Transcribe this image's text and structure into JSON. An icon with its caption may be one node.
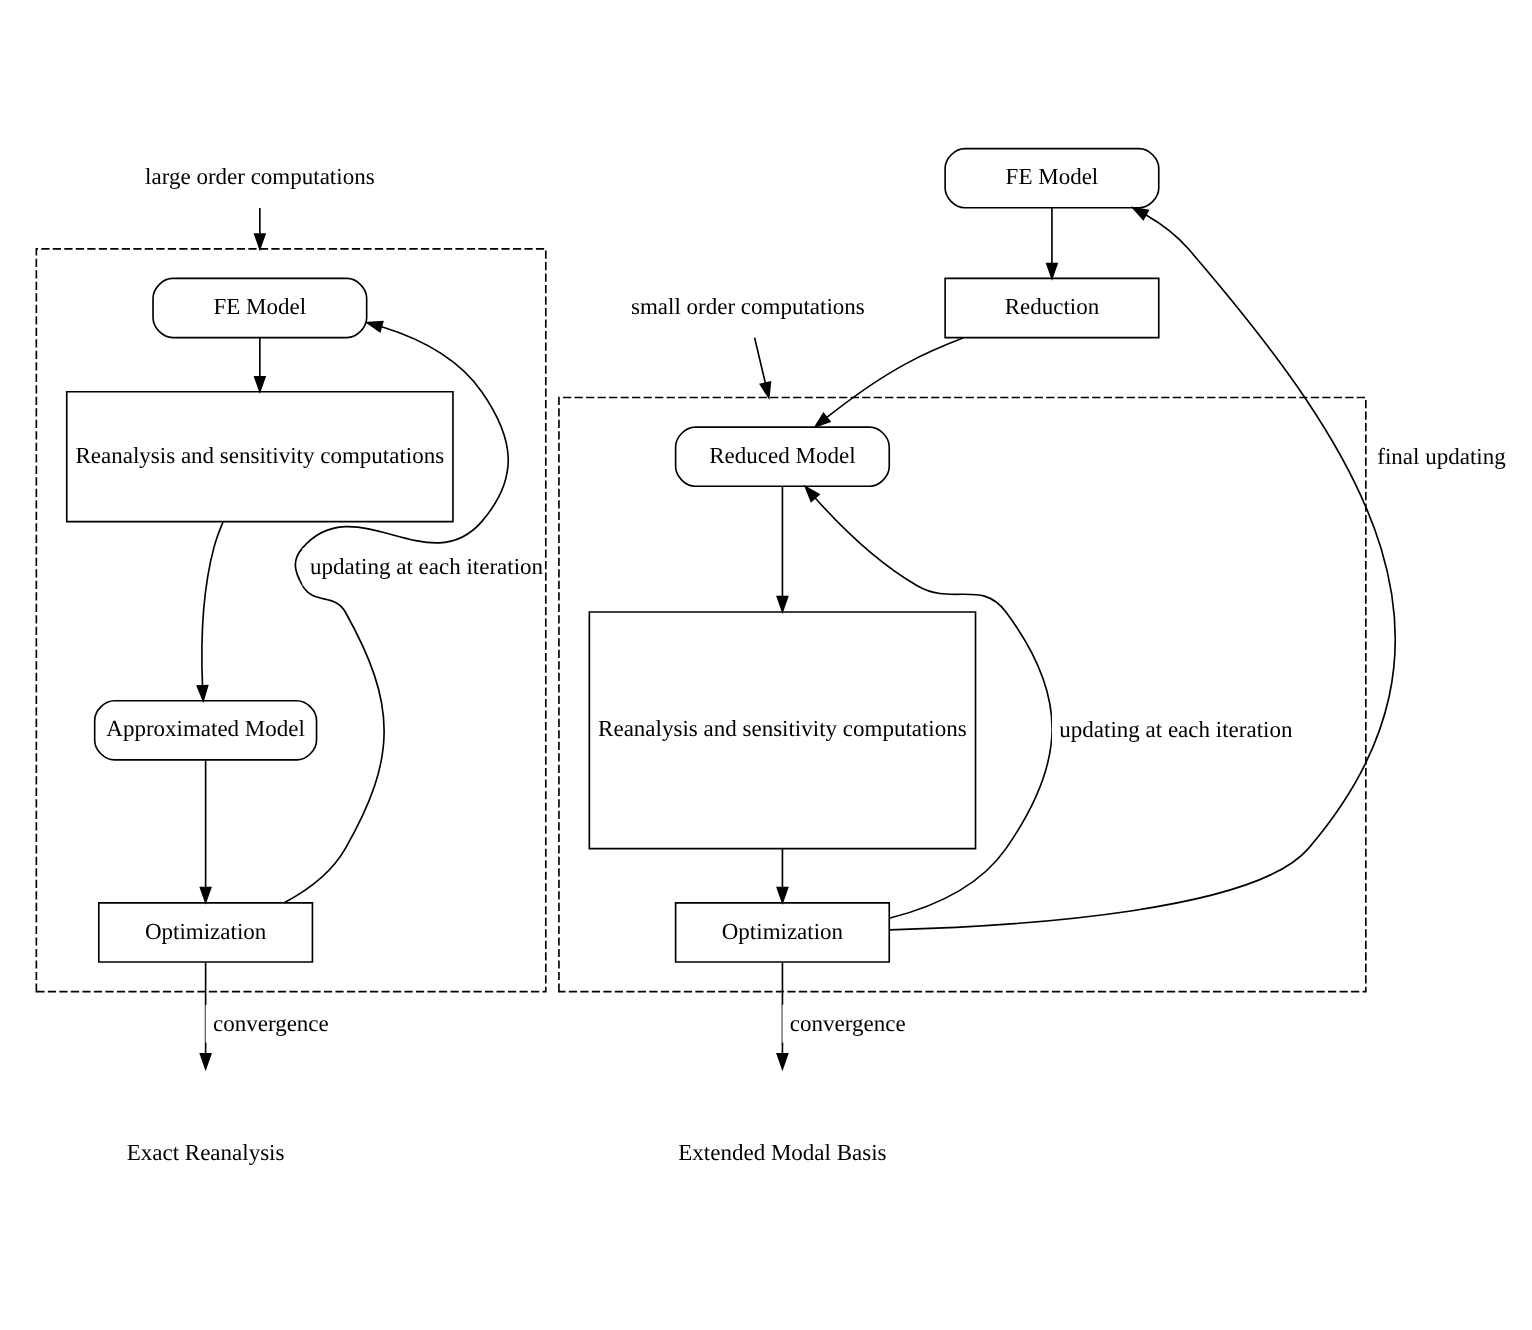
{
  "diagram": {
    "nodes": [
      {
        "text": [
          "large order computations"
        ]
      },
      {
        "text": [],
        "shape": "box"
      },
      {
        "text": [
          "FE Model"
        ],
        "in": 1
      },
      {
        "text": [
          "Reanalysis and sensitivity computations"
        ],
        "in": 1
      },
      {
        "text": [
          "Approximated Model"
        ],
        "in": 1
      },
      {
        "text": [
          "Optimization"
        ],
        "in": 1
      },
      {
        "text": [
          "small order computations"
        ]
      },
      {
        "text": [
          "FE Model"
        ]
      },
      {
        "text": [
          "Reduction"
        ]
      },
      {
        "text": [],
        "shape": "box"
      },
      {
        "text": [
          "Reduced Model"
        ],
        "in": 9
      },
      {
        "text": [
          "Reanalysis and sensitivity computations"
        ],
        "in": 9
      },
      {
        "text": [
          "Optimization"
        ],
        "in": 9
      }
    ],
    "edges": [
      {
        "from": 0,
        "to": 1,
        "arrow": "to"
      },
      {
        "from": 2,
        "to": 3,
        "arrow": "to"
      },
      {
        "from": 3,
        "to": 4,
        "arrow": "to"
      },
      {
        "from": 4,
        "to": 5,
        "arrow": "to"
      },
      {
        "from": 5,
        "to": 2,
        "arrow": "to",
        "label": "updating at each iteration"
      },
      {
        "from": 5,
        "to": null,
        "arrow": "to",
        "label": "convergence"
      },
      {
        "from": 6,
        "to": 9,
        "arrow": "to"
      },
      {
        "from": 7,
        "to": 8,
        "arrow": "to"
      },
      {
        "from": 8,
        "to": 10,
        "arrow": "to"
      },
      {
        "from": 10,
        "to": 11,
        "arrow": "to"
      },
      {
        "from": 11,
        "to": 12,
        "arrow": "to"
      },
      {
        "from": 12,
        "to": 10,
        "arrow": "to",
        "label": "updating at each iteration"
      },
      {
        "from": 12,
        "to": null,
        "arrow": "to",
        "label": "convergence"
      },
      {
        "from": 12,
        "to": 7,
        "arrow": "to",
        "label": "final updating"
      }
    ],
    "labels": [
      "Exact Reanalysis",
      "Extended Modal Basis"
    ]
  }
}
